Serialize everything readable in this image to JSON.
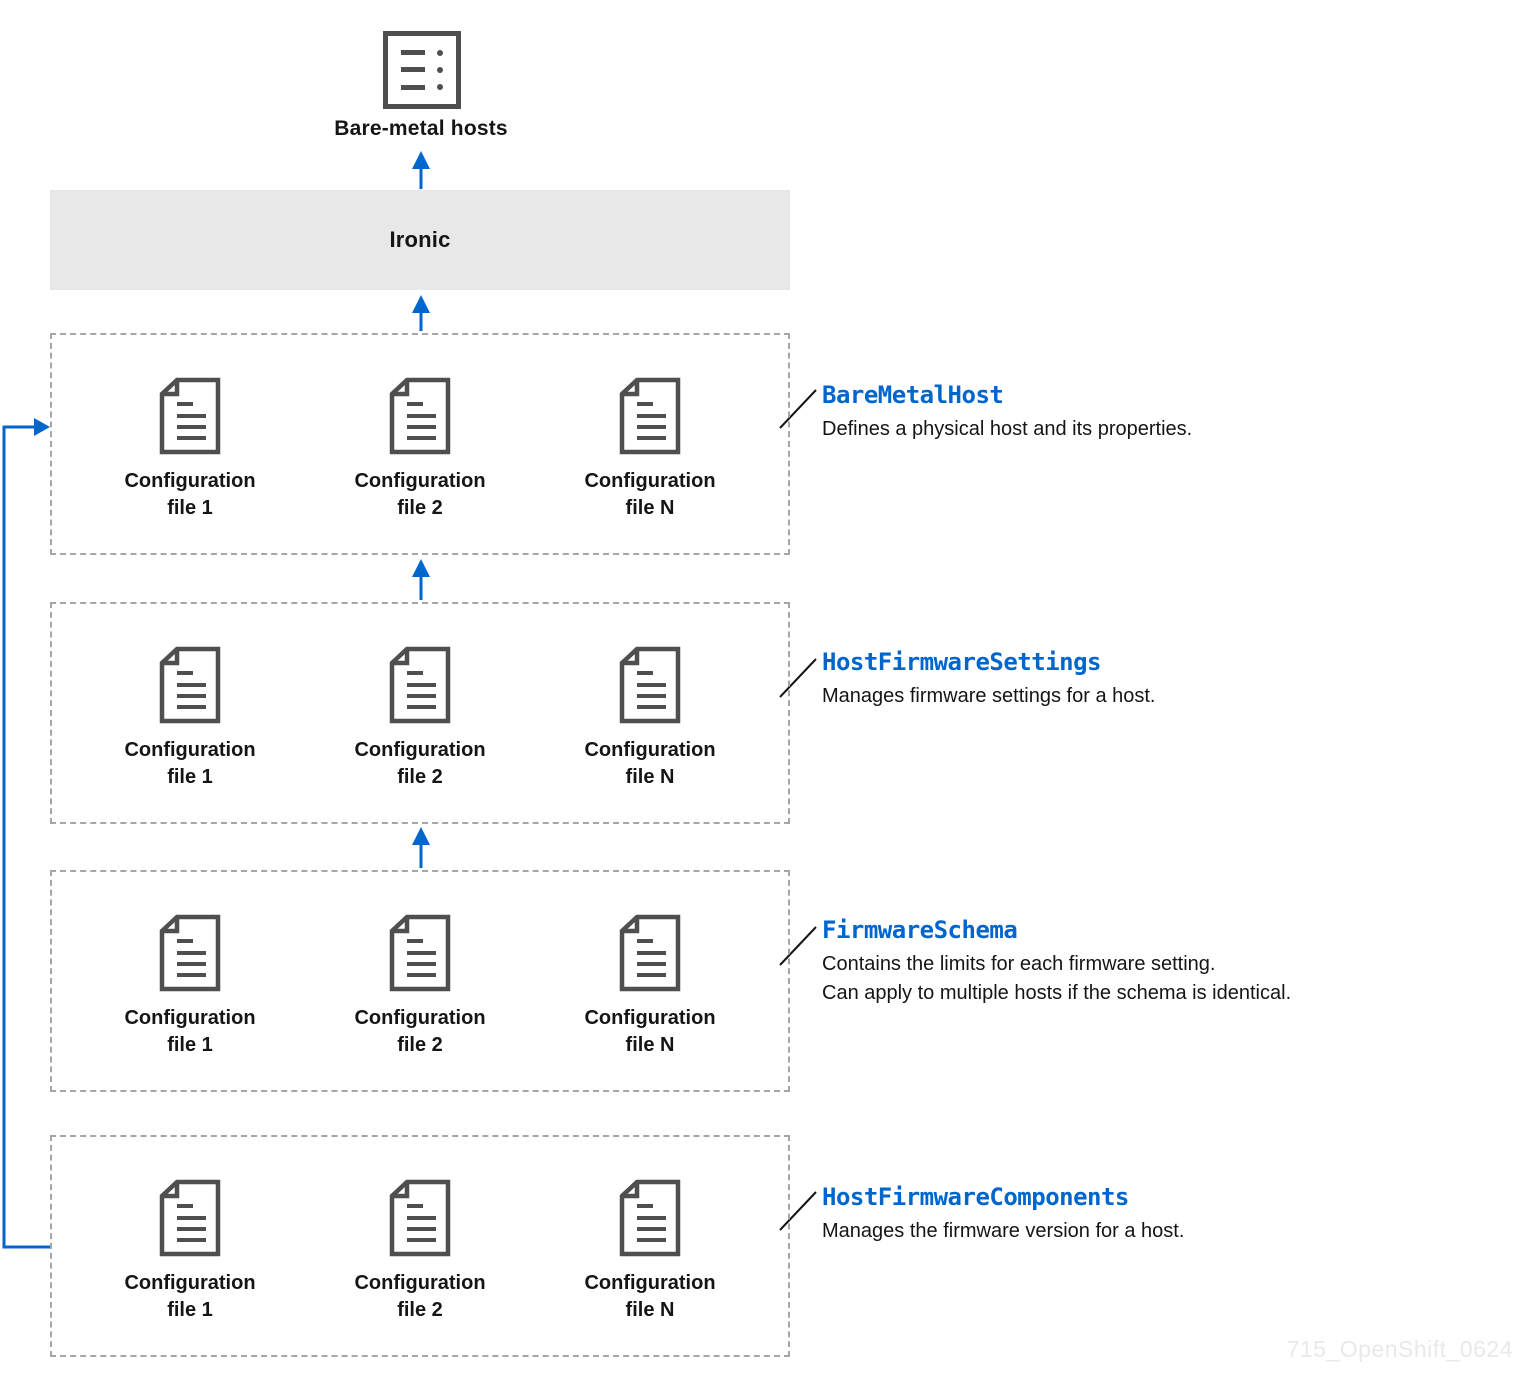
{
  "colors": {
    "accent": "#0066cc",
    "text": "#151515",
    "icon_gray": "#4f4f4f",
    "band_gray": "#e8e8e8",
    "dash_border": "#a6a6a6",
    "watermark": "#e9e9eb"
  },
  "bare_metal": {
    "label": "Bare-metal hosts"
  },
  "ironic": {
    "label": "Ironic"
  },
  "groups": [
    {
      "title": "BareMetalHost",
      "desc": [
        "Defines a physical host and its properties."
      ],
      "files": [
        {
          "line1": "Configuration",
          "line2": "file 1"
        },
        {
          "line1": "Configuration",
          "line2": "file 2"
        },
        {
          "line1": "Configuration",
          "line2": "file N"
        }
      ]
    },
    {
      "title": "HostFirmwareSettings",
      "desc": [
        "Manages firmware settings for a host."
      ],
      "files": [
        {
          "line1": "Configuration",
          "line2": "file 1"
        },
        {
          "line1": "Configuration",
          "line2": "file 2"
        },
        {
          "line1": "Configuration",
          "line2": "file N"
        }
      ]
    },
    {
      "title": "FirmwareSchema",
      "desc": [
        "Contains the limits for each firmware setting.",
        "Can apply to multiple hosts if the schema is identical."
      ],
      "files": [
        {
          "line1": "Configuration",
          "line2": "file 1"
        },
        {
          "line1": "Configuration",
          "line2": "file 2"
        },
        {
          "line1": "Configuration",
          "line2": "file N"
        }
      ]
    },
    {
      "title": "HostFirmwareComponents",
      "desc": [
        "Manages the firmware version for a host."
      ],
      "files": [
        {
          "line1": "Configuration",
          "line2": "file 1"
        },
        {
          "line1": "Configuration",
          "line2": "file 2"
        },
        {
          "line1": "Configuration",
          "line2": "file N"
        }
      ]
    }
  ],
  "watermark": "715_OpenShift_0624"
}
